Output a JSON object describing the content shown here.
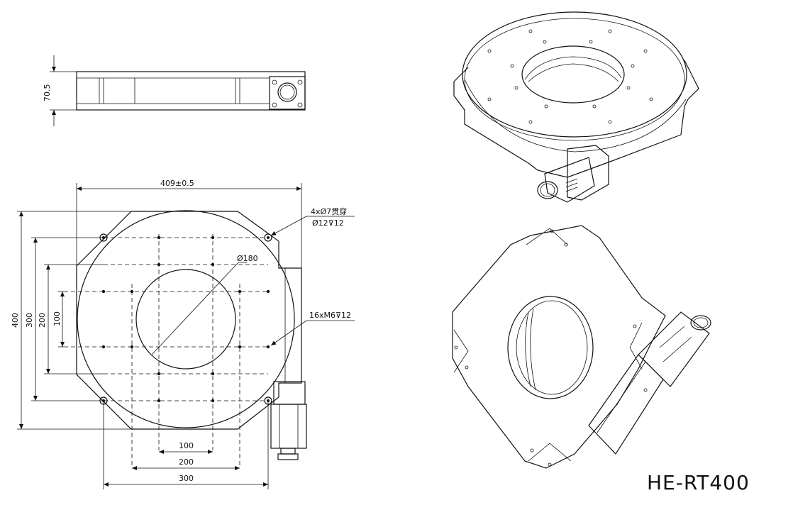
{
  "model_label": "HE-RT400",
  "side_view": {
    "height_dim": "70.5"
  },
  "top_view": {
    "width_dim": "409±0.5",
    "height_dims": [
      "400",
      "300",
      "200",
      "100"
    ],
    "bottom_dims": [
      "100",
      "200",
      "300"
    ],
    "callouts": {
      "through_holes": "4xØ7贯穿",
      "counterbore": "Ø12⊽12",
      "bore": "Ø180",
      "tapped_holes": "16xM6⊽12"
    }
  }
}
